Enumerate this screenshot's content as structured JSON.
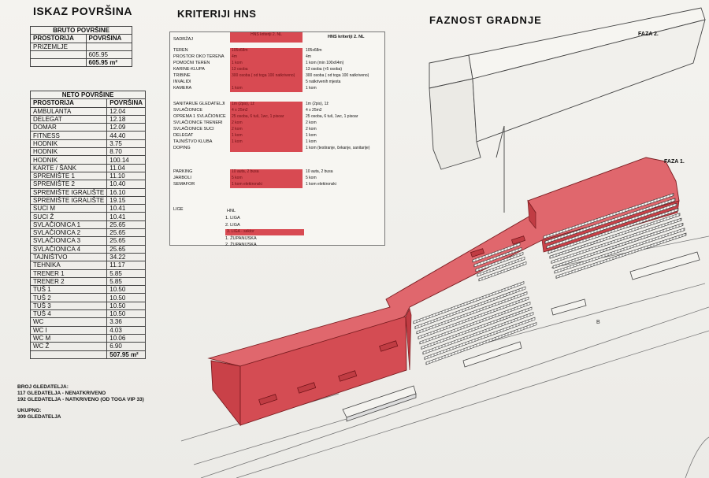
{
  "titles": {
    "iskaz": "ISKAZ POVRŠINA",
    "kriteriji": "KRITERIJI HNS",
    "faznost": "FAZNOST GRADNJE"
  },
  "bruto": {
    "header": "BRUTO POVRŠINE",
    "col1": "PROSTORIJA",
    "col2": "POVRŠINA",
    "row_name": "PRIZEMLJE",
    "row_value": "605.95",
    "total": "605.95 m²"
  },
  "neto": {
    "header": "NETO POVRŠINE",
    "col1": "PROSTORIJA",
    "col2": "POVRŠINA",
    "rows": [
      [
        "AMBULANTA",
        "12.04"
      ],
      [
        "DELEGAT",
        "12.18"
      ],
      [
        "DOMAR",
        "12.09"
      ],
      [
        "FITNESS",
        "44.40"
      ],
      [
        "HODNIK",
        "3.75"
      ],
      [
        "HODNIK",
        "8.70"
      ],
      [
        "HODNIK",
        "100.14"
      ],
      [
        "KARTE / ŠANK",
        "11.04"
      ],
      [
        "SPREMIŠTE 1",
        "11.10"
      ],
      [
        "SPREMIŠTE 2",
        "10.40"
      ],
      [
        "SPREMIŠTE IGRALIŠTE",
        "16.10"
      ],
      [
        "SPREMIŠTE IGRALIŠTE",
        "19.15"
      ],
      [
        "SUCI M",
        "10.41"
      ],
      [
        "SUCI Ž",
        "10.41"
      ],
      [
        "SVLAČIONICA 1",
        "25.65"
      ],
      [
        "SVLAČIONICA 2",
        "25.65"
      ],
      [
        "SVLAČIONICA 3",
        "25.65"
      ],
      [
        "SVLAČIONICA 4",
        "25.65"
      ],
      [
        "TAJNIŠTVO",
        "34.22"
      ],
      [
        "TEHNIKA",
        "11.17"
      ],
      [
        "TRENER 1",
        "5.85"
      ],
      [
        "TRENER 2",
        "5.85"
      ],
      [
        "TUŠ 1",
        "10.50"
      ],
      [
        "TUŠ 2",
        "10.50"
      ],
      [
        "TUŠ 3",
        "10.50"
      ],
      [
        "TUŠ 4",
        "10.50"
      ],
      [
        "WC",
        "3.36"
      ],
      [
        "WC I",
        "4.03"
      ],
      [
        "WC M",
        "10.06"
      ],
      [
        "WC Ž",
        "6.90"
      ]
    ],
    "total": "507.95 m²"
  },
  "notes": {
    "broj": "BROJ GLEDATELJA:",
    "line1": "117 GLEDATELJA - NENATKRIVENO",
    "line2": "192 GLEDATELJA - NATKRIVENO (OD TOGA VIP 33)",
    "ukupno": "UKUPNO:",
    "total": "309 GLEDATELJA"
  },
  "kriteriji": {
    "col_sadrzaj": "SADRŽAJ",
    "col_red": "HNS kriteriji 2. NL",
    "col_hns": "HNS kriteriji 2. NL",
    "group1": [
      {
        "label": "TEREN",
        "red": "105x68m",
        "val": "105x68m"
      },
      {
        "label": "PROSTOR OKO TERENA",
        "red": "4m",
        "val": "4m"
      },
      {
        "label": "POMOĆNI TEREN",
        "red": "1 kom",
        "val": "1 kom (min 100x64m)"
      },
      {
        "label": "KARINE-KLUPA",
        "red": "13 osoba",
        "val": "13 osoba (+5 osoba)"
      },
      {
        "label": "TRIBINE",
        "red": "300 osoba ( od toga 100 natkriveno)",
        "val": "300 osoba ( od toga 100 natkriveno)"
      },
      {
        "label": "INVALIDI",
        "red": "",
        "val": "5 natkrivenih mjesta"
      },
      {
        "label": "KAMERA",
        "red": "1 kom",
        "val": "1 kom"
      }
    ],
    "group2": [
      {
        "label": "SANITARIJE GLEDATELJI",
        "red": "1m (2pis), 1ž",
        "val": "1m (2pis), 1ž"
      },
      {
        "label": "SVLAČIONICE",
        "red": "4 x 25m2",
        "val": "4 x 25m2"
      },
      {
        "label": "OPREMA 1 SVLAČIONICE",
        "red": "25 osoba, 6 tuš, 1wc, 1 pisoar",
        "val": "25 osoba, 6 tuš, 1wc, 1 pisoar"
      },
      {
        "label": "SVLAČIONICE TRENERI",
        "red": "2 kom",
        "val": "2 kom"
      },
      {
        "label": "SVLAČIONICE SUCI",
        "red": "2 kom",
        "val": "2 kom"
      },
      {
        "label": "DELEGAT",
        "red": "1 kom",
        "val": "1 kom"
      },
      {
        "label": "TAJNIŠTVO KLUBA",
        "red": "1 kom",
        "val": "1 kom"
      },
      {
        "label": "DOPING",
        "red": "",
        "val": "1 kom (testiranje, čekanje, sanitarije)"
      }
    ],
    "group3": [
      {
        "label": "PARKING",
        "red": "10 auta, 2 busa",
        "val": "10 auta, 2 busa"
      },
      {
        "label": "JARBOLI",
        "red": "5 kom",
        "val": "5 kom"
      },
      {
        "label": "SEMAFOR",
        "red": "1 kom elektronski",
        "val": "1 kom elektronski"
      }
    ],
    "lige_label": "LIGE",
    "lige_head": "HNL",
    "lige": [
      "1. LIGA",
      "2. LIGA",
      "3. LIGA - sektor",
      "1. ŽUPANIJSKA",
      "2. ŽUPANIJSKA"
    ]
  },
  "phases": {
    "faza1": "FAZA 1.",
    "faza2": "FAZA 2."
  },
  "colors": {
    "red": "#d84a52",
    "paper": "#f4f3ef"
  }
}
